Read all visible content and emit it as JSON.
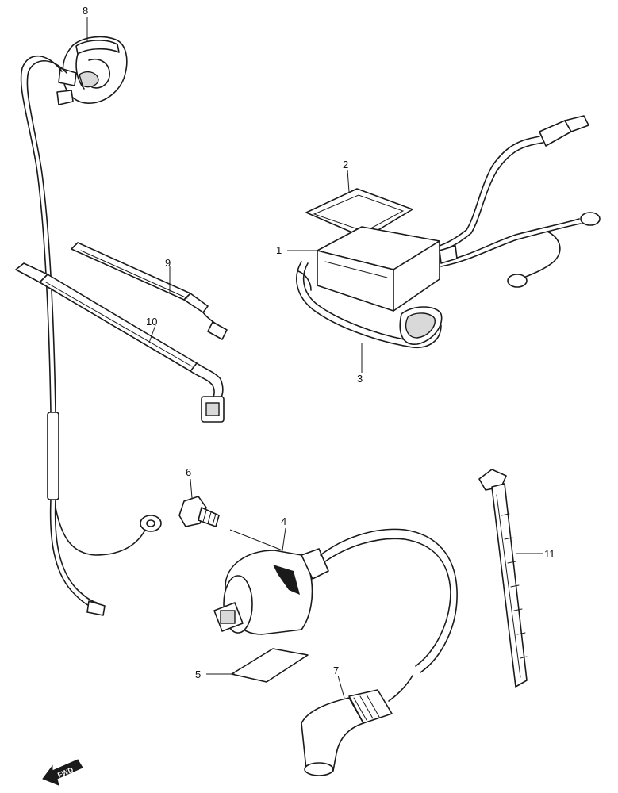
{
  "callouts": [
    "1",
    "2",
    "3",
    "4",
    "5",
    "6",
    "7",
    "8",
    "9",
    "10",
    "11"
  ],
  "direction_arrow": {
    "label": "FWD",
    "icon": "forward-arrow-icon"
  },
  "colors": {
    "line": "#1a1a1a",
    "background": "#ffffff"
  }
}
